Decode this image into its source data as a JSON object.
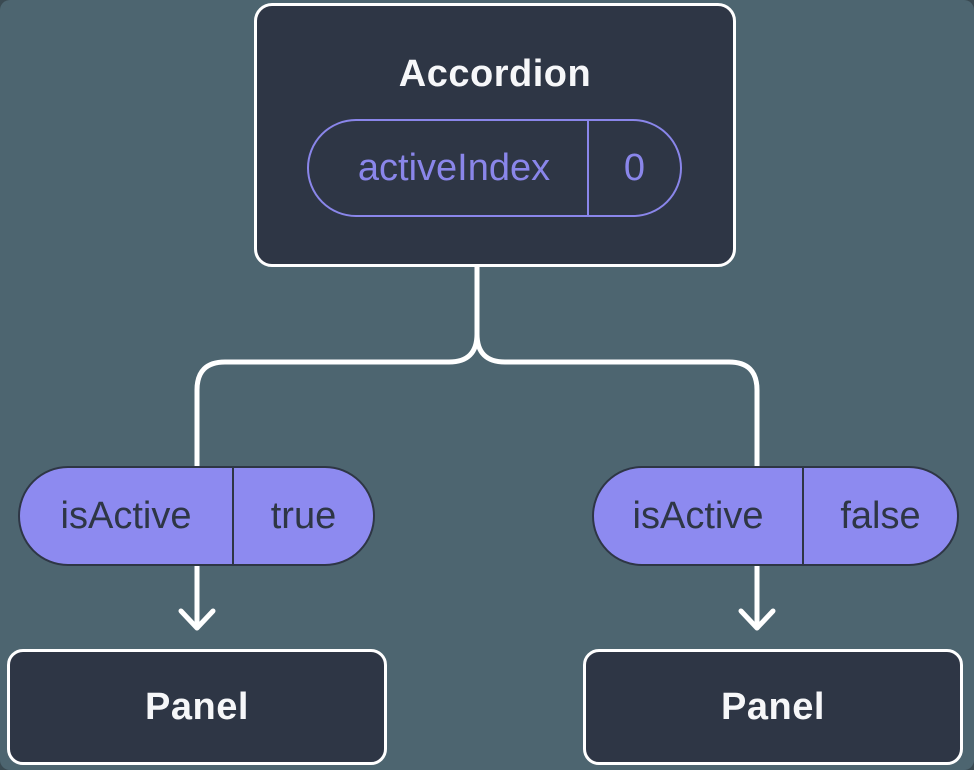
{
  "diagram": {
    "type": "component-tree",
    "root": {
      "title": "Accordion",
      "state": {
        "label": "activeIndex",
        "value": "0"
      }
    },
    "children": [
      {
        "prop": {
          "label": "isActive",
          "value": "true"
        },
        "node": {
          "title": "Panel"
        }
      },
      {
        "prop": {
          "label": "isActive",
          "value": "false"
        },
        "node": {
          "title": "Panel"
        }
      }
    ],
    "colors": {
      "background": "#4d6570",
      "node_fill": "#2e3645",
      "node_border": "#ffffff",
      "accent": "#8a86ea",
      "pill_fill": "#8d8af0",
      "pill_text": "#2e3645",
      "line": "#ffffff",
      "text_light": "#f6f7f9"
    }
  }
}
